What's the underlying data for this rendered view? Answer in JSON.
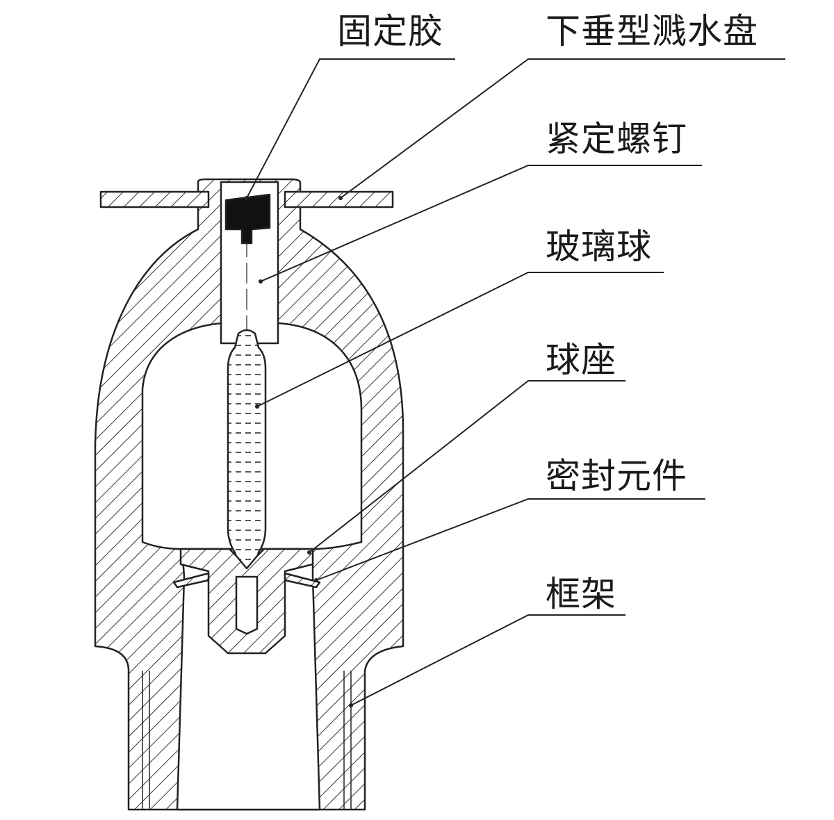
{
  "title": "下垂型玻璃球洒水喷头结构示意图",
  "labels": {
    "fixing_glue": "固定胶",
    "pendent_deflector": "下垂型溅水盘",
    "set_screw": "紧定螺钉",
    "glass_bulb": "玻璃球",
    "bulb_seat": "球座",
    "seal_element": "密封元件",
    "frame": "框架"
  },
  "colors": {
    "line": "#222222",
    "glue": "#111111",
    "background": "#ffffff"
  }
}
